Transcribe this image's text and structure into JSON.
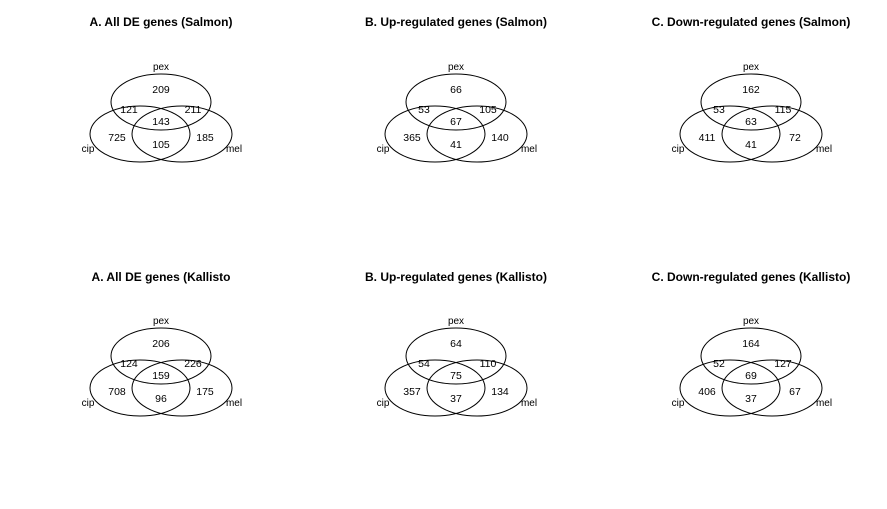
{
  "panels": [
    {
      "title": "A. All DE genes (Salmon)",
      "sets": {
        "top": "pex",
        "left": "cip",
        "right": "mel"
      },
      "counts": {
        "top_only": "209",
        "top_left": "121",
        "top_right": "211",
        "all": "143",
        "left_only": "725",
        "left_right": "105",
        "right_only": "185"
      }
    },
    {
      "title": "B. Up-regulated genes (Salmon)",
      "sets": {
        "top": "pex",
        "left": "cip",
        "right": "mel"
      },
      "counts": {
        "top_only": "66",
        "top_left": "53",
        "top_right": "105",
        "all": "67",
        "left_only": "365",
        "left_right": "41",
        "right_only": "140"
      }
    },
    {
      "title": "C. Down-regulated genes (Salmon)",
      "sets": {
        "top": "pex",
        "left": "cip",
        "right": "mel"
      },
      "counts": {
        "top_only": "162",
        "top_left": "53",
        "top_right": "115",
        "all": "63",
        "left_only": "411",
        "left_right": "41",
        "right_only": "72"
      }
    },
    {
      "title": "A. All DE genes (Kallisto",
      "sets": {
        "top": "pex",
        "left": "cip",
        "right": "mel"
      },
      "counts": {
        "top_only": "206",
        "top_left": "124",
        "top_right": "226",
        "all": "159",
        "left_only": "708",
        "left_right": "96",
        "right_only": "175"
      }
    },
    {
      "title": "B. Up-regulated genes (Kallisto)",
      "sets": {
        "top": "pex",
        "left": "cip",
        "right": "mel"
      },
      "counts": {
        "top_only": "64",
        "top_left": "54",
        "top_right": "110",
        "all": "75",
        "left_only": "357",
        "left_right": "37",
        "right_only": "134"
      }
    },
    {
      "title": "C. Down-regulated genes (Kallisto)",
      "sets": {
        "top": "pex",
        "left": "cip",
        "right": "mel"
      },
      "counts": {
        "top_only": "164",
        "top_left": "52",
        "top_right": "127",
        "all": "69",
        "left_only": "406",
        "left_right": "37",
        "right_only": "67"
      }
    }
  ]
}
